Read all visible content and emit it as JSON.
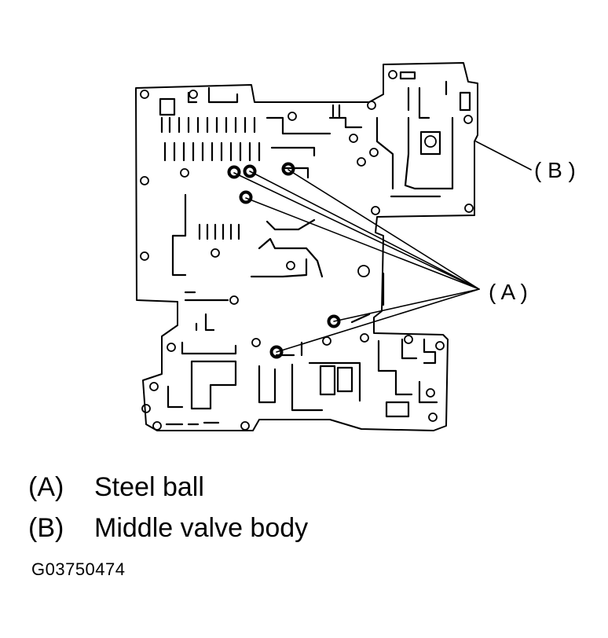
{
  "callouts": {
    "a": "( A )",
    "b": "( B )"
  },
  "legend": [
    {
      "key": "(A)",
      "text": "Steel ball"
    },
    {
      "key": "(B)",
      "text": "Middle valve body"
    }
  ],
  "figure_code": "G03750474",
  "icons": {
    "body": "valve-body-plate-drawing",
    "balls": "steel-ball-ring-icon"
  },
  "colors": {
    "ink": "#000000",
    "paper": "#ffffff"
  }
}
